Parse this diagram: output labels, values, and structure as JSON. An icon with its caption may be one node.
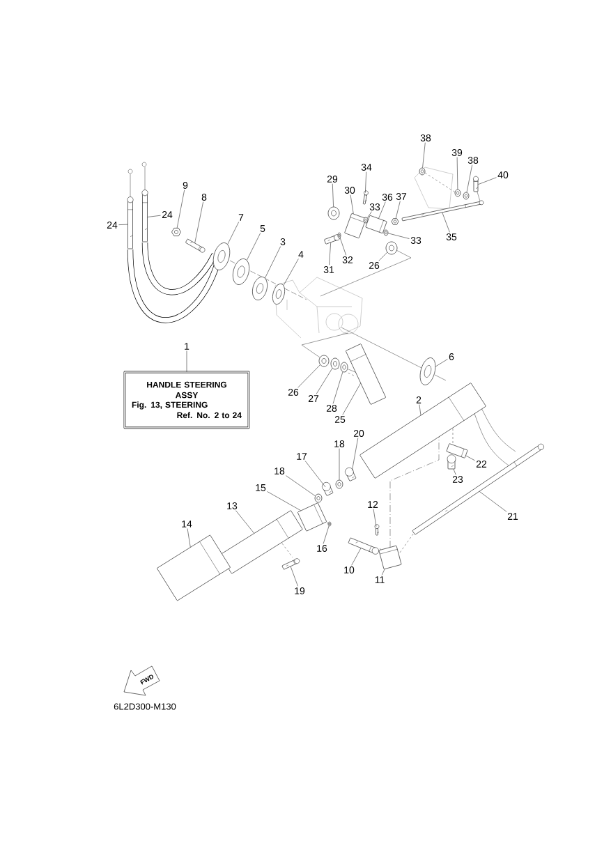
{
  "diagram": {
    "nodes": [
      {
        "text": [
          "1"
        ]
      },
      {
        "text": [
          "HANDLE STEERING ASSY",
          "Fig. 13, STEERING",
          "Ref. No. 2 to 24"
        ]
      },
      {
        "text": [
          "24"
        ]
      },
      {
        "text": [],
        "shape": "picture"
      },
      {
        "text": [
          "24"
        ]
      },
      {
        "text": [],
        "shape": "picture"
      },
      {
        "text": [
          "9"
        ]
      },
      {
        "text": [],
        "shape": "picture"
      },
      {
        "text": [
          "8"
        ]
      },
      {
        "text": [],
        "shape": "picture"
      },
      {
        "text": [
          "7"
        ]
      },
      {
        "text": [],
        "shape": "picture"
      },
      {
        "text": [
          "5"
        ]
      },
      {
        "text": [],
        "shape": "picture"
      },
      {
        "text": [
          "3"
        ]
      },
      {
        "text": [],
        "shape": "picture"
      },
      {
        "text": [
          "4"
        ]
      },
      {
        "text": [],
        "shape": "picture"
      },
      {
        "text": [
          "29"
        ]
      },
      {
        "text": [],
        "shape": "picture"
      },
      {
        "text": [
          "30"
        ]
      },
      {
        "text": [],
        "shape": "picture"
      },
      {
        "text": [
          "34"
        ]
      },
      {
        "text": [],
        "shape": "picture"
      },
      {
        "text": [
          "33"
        ]
      },
      {
        "text": [],
        "shape": "picture"
      },
      {
        "text": [
          "36"
        ]
      },
      {
        "text": [],
        "shape": "picture"
      },
      {
        "text": [
          "37"
        ]
      },
      {
        "text": [],
        "shape": "picture"
      },
      {
        "text": [
          "33"
        ]
      },
      {
        "text": [],
        "shape": "picture"
      },
      {
        "text": [
          "31"
        ]
      },
      {
        "text": [],
        "shape": "picture"
      },
      {
        "text": [
          "32"
        ]
      },
      {
        "text": [],
        "shape": "picture"
      },
      {
        "text": [
          "26"
        ]
      },
      {
        "text": [],
        "shape": "picture"
      },
      {
        "text": [
          "38"
        ]
      },
      {
        "text": [],
        "shape": "picture"
      },
      {
        "text": [
          "39"
        ]
      },
      {
        "text": [],
        "shape": "picture"
      },
      {
        "text": [
          "38"
        ]
      },
      {
        "text": [],
        "shape": "picture"
      },
      {
        "text": [
          "40"
        ]
      },
      {
        "text": [],
        "shape": "picture"
      },
      {
        "text": [
          "35"
        ]
      },
      {
        "text": [],
        "shape": "picture"
      },
      {
        "text": [
          "6"
        ]
      },
      {
        "text": [],
        "shape": "picture"
      },
      {
        "text": [
          "26"
        ]
      },
      {
        "text": [],
        "shape": "picture"
      },
      {
        "text": [
          "27"
        ]
      },
      {
        "text": [],
        "shape": "picture"
      },
      {
        "text": [
          "28"
        ]
      },
      {
        "text": [],
        "shape": "picture"
      },
      {
        "text": [
          "25"
        ]
      },
      {
        "text": [],
        "shape": "picture"
      },
      {
        "text": [
          "2"
        ]
      },
      {
        "text": [],
        "shape": "picture"
      },
      {
        "text": [
          "20"
        ]
      },
      {
        "text": [],
        "shape": "picture"
      },
      {
        "text": [
          "18"
        ]
      },
      {
        "text": [],
        "shape": "picture"
      },
      {
        "text": [
          "17"
        ]
      },
      {
        "text": [],
        "shape": "picture"
      },
      {
        "text": [
          "18"
        ]
      },
      {
        "text": [],
        "shape": "picture"
      },
      {
        "text": [
          "15"
        ]
      },
      {
        "text": [],
        "shape": "picture"
      },
      {
        "text": [
          "13"
        ]
      },
      {
        "text": [],
        "shape": "picture"
      },
      {
        "text": [
          "16"
        ]
      },
      {
        "text": [],
        "shape": "picture"
      },
      {
        "text": [
          "14"
        ]
      },
      {
        "text": [],
        "shape": "picture"
      },
      {
        "text": [
          "19"
        ]
      },
      {
        "text": [],
        "shape": "picture"
      },
      {
        "text": [
          "12"
        ]
      },
      {
        "text": [],
        "shape": "picture"
      },
      {
        "text": [
          "10"
        ]
      },
      {
        "text": [],
        "shape": "picture"
      },
      {
        "text": [
          "11"
        ]
      },
      {
        "text": [],
        "shape": "picture"
      },
      {
        "text": [
          "22"
        ]
      },
      {
        "text": [],
        "shape": "picture"
      },
      {
        "text": [
          "23"
        ]
      },
      {
        "text": [],
        "shape": "picture"
      },
      {
        "text": [
          "21"
        ]
      },
      {
        "text": [],
        "shape": "picture"
      }
    ],
    "edges": [
      {
        "from": 0,
        "to": 1,
        "arrow": "none"
      },
      {
        "from": 2,
        "to": 3,
        "arrow": "none"
      },
      {
        "from": 4,
        "to": 5,
        "arrow": "none"
      },
      {
        "from": 6,
        "to": 7,
        "arrow": "none"
      },
      {
        "from": 8,
        "to": 9,
        "arrow": "none"
      },
      {
        "from": 10,
        "to": 11,
        "arrow": "none"
      },
      {
        "from": 12,
        "to": 13,
        "arrow": "none"
      },
      {
        "from": 14,
        "to": 15,
        "arrow": "none"
      },
      {
        "from": 16,
        "to": 17,
        "arrow": "none"
      },
      {
        "from": 18,
        "to": 19,
        "arrow": "none"
      },
      {
        "from": 20,
        "to": 21,
        "arrow": "none"
      },
      {
        "from": 22,
        "to": 23,
        "arrow": "none"
      },
      {
        "from": 24,
        "to": 25,
        "arrow": "none"
      },
      {
        "from": 26,
        "to": 27,
        "arrow": "none"
      },
      {
        "from": 28,
        "to": 29,
        "arrow": "none"
      },
      {
        "from": 30,
        "to": 31,
        "arrow": "none"
      },
      {
        "from": 32,
        "to": 33,
        "arrow": "none"
      },
      {
        "from": 34,
        "to": 35,
        "arrow": "none"
      },
      {
        "from": 36,
        "to": 37,
        "arrow": "none"
      },
      {
        "from": 38,
        "to": 39,
        "arrow": "none"
      },
      {
        "from": 40,
        "to": 41,
        "arrow": "none"
      },
      {
        "from": 42,
        "to": 43,
        "arrow": "none"
      },
      {
        "from": 44,
        "to": 45,
        "arrow": "none"
      },
      {
        "from": 46,
        "to": 47,
        "arrow": "none"
      },
      {
        "from": 48,
        "to": 49,
        "arrow": "none"
      },
      {
        "from": 50,
        "to": 51,
        "arrow": "none"
      },
      {
        "from": 52,
        "to": 53,
        "arrow": "none"
      },
      {
        "from": 54,
        "to": 55,
        "arrow": "none"
      },
      {
        "from": 56,
        "to": 57,
        "arrow": "none"
      },
      {
        "from": 58,
        "to": 59,
        "arrow": "none"
      },
      {
        "from": 60,
        "to": 61,
        "arrow": "none"
      },
      {
        "from": 62,
        "to": 63,
        "arrow": "none"
      },
      {
        "from": 64,
        "to": 65,
        "arrow": "none"
      },
      {
        "from": 66,
        "to": 67,
        "arrow": "none"
      },
      {
        "from": 68,
        "to": 69,
        "arrow": "none"
      },
      {
        "from": 70,
        "to": 71,
        "arrow": "none"
      },
      {
        "from": 72,
        "to": 73,
        "arrow": "none"
      },
      {
        "from": 74,
        "to": 75,
        "arrow": "none"
      },
      {
        "from": 76,
        "to": 77,
        "arrow": "none"
      },
      {
        "from": 78,
        "to": 79,
        "arrow": "none"
      },
      {
        "from": 80,
        "to": 81,
        "arrow": "none"
      },
      {
        "from": 82,
        "to": 83,
        "arrow": "none"
      },
      {
        "from": 84,
        "to": 85,
        "arrow": "none"
      },
      {
        "from": 86,
        "to": 87,
        "arrow": "none"
      },
      {
        "from": 88,
        "to": 89,
        "arrow": "none"
      }
    ],
    "labels": [
      "FWD",
      "6L2D300-M130"
    ]
  }
}
